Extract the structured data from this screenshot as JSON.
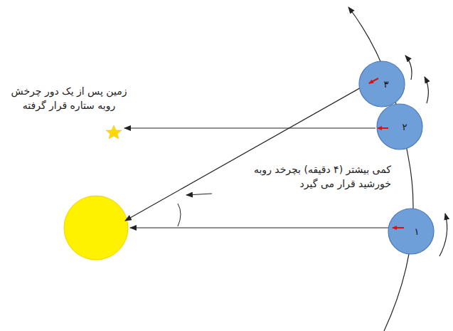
{
  "diagram": {
    "nodes": [
      {
        "text": [
          "۳"
        ]
      },
      {
        "text": [
          "۲"
        ]
      },
      {
        "text": [
          "۱"
        ]
      }
    ],
    "labels": [
      "زمین پس از یک دور چرخش روبه ستاره قرار گرفته",
      "کمی بیشتر (۴ دقیقه) بچرخد روبه خورشید قرار می گیرد"
    ]
  }
}
